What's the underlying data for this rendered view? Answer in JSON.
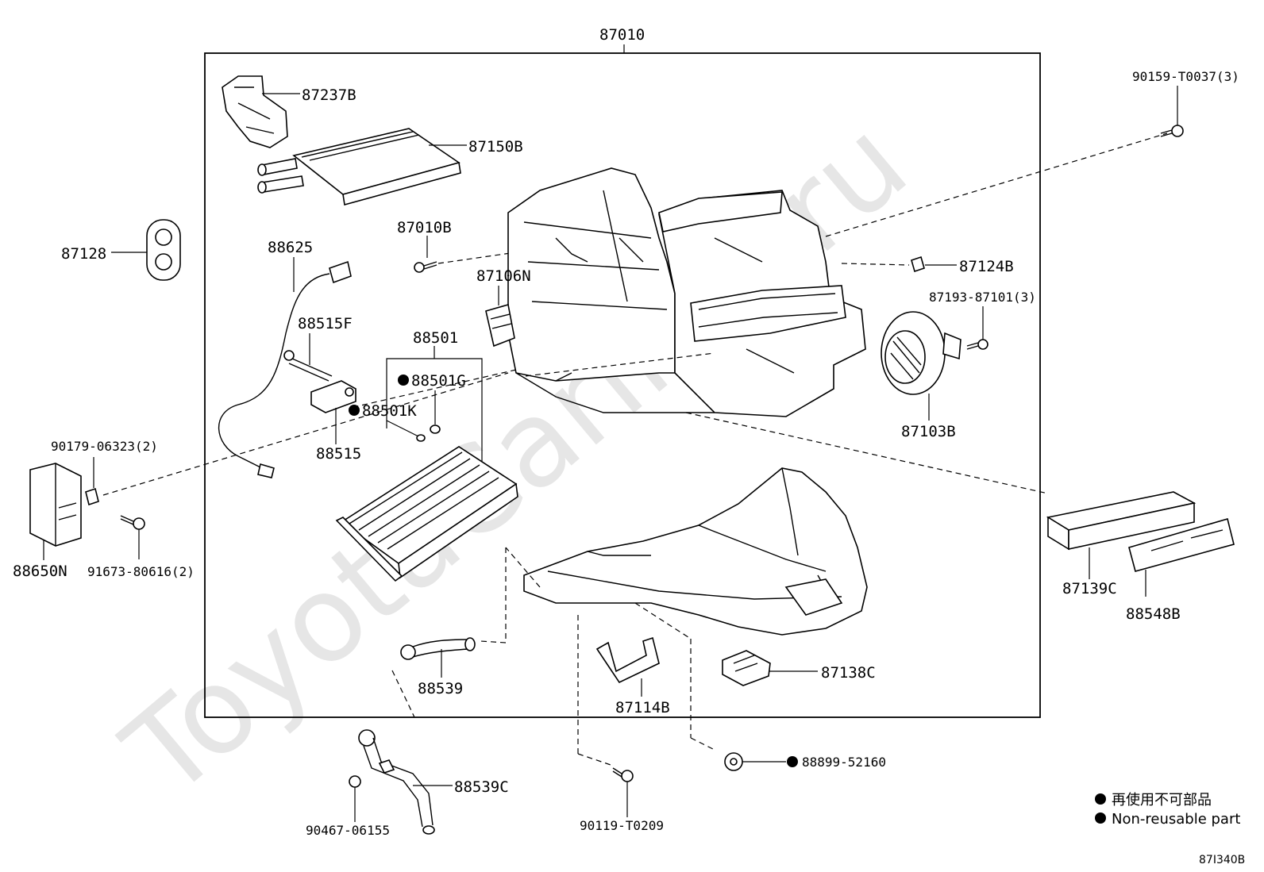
{
  "watermark": "ToyotaCarline.ru",
  "assembly_label": "87010",
  "part_labels": {
    "p87237B": "87237B",
    "p87150B": "87150B",
    "p87128": "87128",
    "p87010B": "87010B",
    "p88625": "88625",
    "p87106N": "87106N",
    "p87124B": "87124B",
    "p87193": "87193-87101(3)",
    "p88515F": "88515F",
    "p88501": "88501",
    "p88501G": "88501G",
    "p88501K": "88501K",
    "p88515": "88515",
    "p87103B": "87103B",
    "p90159": "90159-T0037(3)",
    "p90179": "90179-06323(2)",
    "p88650N": "88650N",
    "p91673": "91673-80616(2)",
    "p87139C": "87139C",
    "p88548B": "88548B",
    "p88539": "88539",
    "p87114B": "87114B",
    "p87138C": "87138C",
    "p88899": "88899-52160",
    "p88539C": "88539C",
    "p90467": "90467-06155",
    "p90119": "90119-T0209"
  },
  "legend": {
    "line1": "再使用不可部品",
    "line2": "Non-reusable part"
  },
  "diagram_code": "87I340B"
}
